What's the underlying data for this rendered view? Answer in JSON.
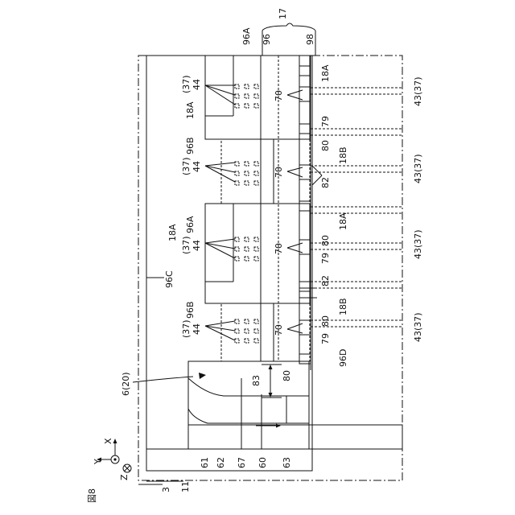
{
  "figure": {
    "title": "図8",
    "axes": {
      "x": "X",
      "y": "Y",
      "z": "Z"
    },
    "labels": {
      "n17": "17",
      "n96A_top": "96A",
      "n96_top": "96",
      "n98_top": "98",
      "n18A_top": "18A",
      "n43_1": "43(37)",
      "n43_2": "43(37)",
      "n43_3": "43(37)",
      "n43_4": "43(37)",
      "n37_1": "(37)",
      "n44_1": "44",
      "n37_2": "(37)",
      "n44_2": "44",
      "n37_3": "(37)",
      "n44_3": "44",
      "n37_4": "(37)",
      "n44_4": "44",
      "n18A_left_1": "18A",
      "n96B_1": "96B",
      "n18A_left_2": "18A",
      "n96A_2": "96A",
      "n96B_2": "96B",
      "n70_1": "70",
      "n70_2": "70",
      "n70_3": "70",
      "n70_4": "70",
      "n79_1": "79",
      "n80_1": "80",
      "n18B_1": "18B",
      "n82_1": "82",
      "n18A_mid": "18A",
      "n80_2": "80",
      "n79_2": "79",
      "n82_2": "82",
      "n18B_2": "18B",
      "n80_3": "80",
      "n79_3": "79",
      "n96D": "96D",
      "n80_4": "80",
      "n96C": "96C",
      "n6_20": "6(20)",
      "n83": "83",
      "n61": "61",
      "n62": "62",
      "n67": "67",
      "n60": "60",
      "n63": "63",
      "n3": "3",
      "n11": "11"
    }
  }
}
